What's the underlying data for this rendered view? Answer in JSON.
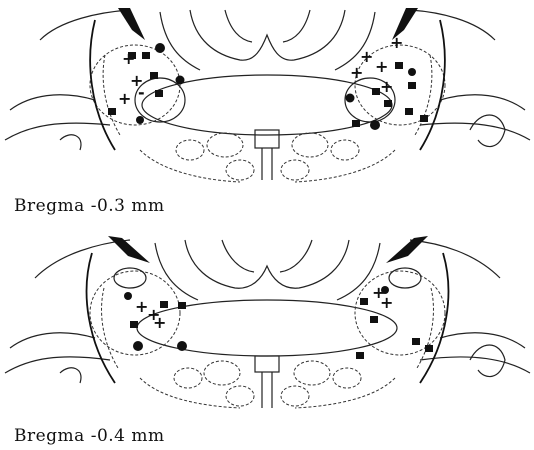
{
  "panels": [
    {
      "caption": "Bregma -0.3 mm"
    },
    {
      "caption": "Bregma -0.4 mm"
    }
  ],
  "legend_symbols": {
    "plus": "+",
    "minus": "-",
    "square": "filled-square",
    "circle": "filled-circle"
  }
}
